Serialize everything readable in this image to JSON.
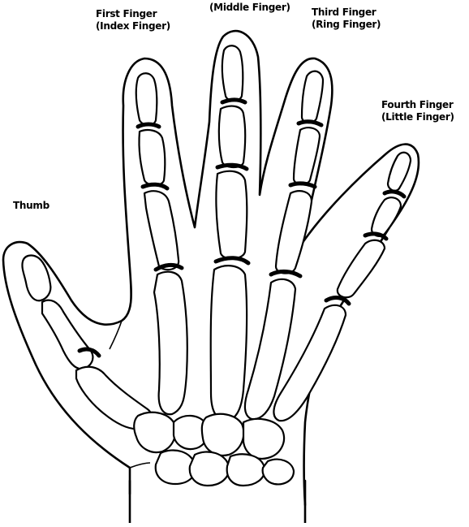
{
  "diagram": {
    "labels": {
      "thumb": "Thumb",
      "first_line1": "First Finger",
      "first_line2": "(Index Finger)",
      "middle": "(Middle Finger)",
      "third_line1": "Third Finger",
      "third_line2": "(Ring Finger)",
      "fourth_line1": "Fourth Finger",
      "fourth_line2": "(Little Finger)"
    },
    "colors": {
      "ink": "#000000",
      "background": "#ffffff"
    }
  }
}
